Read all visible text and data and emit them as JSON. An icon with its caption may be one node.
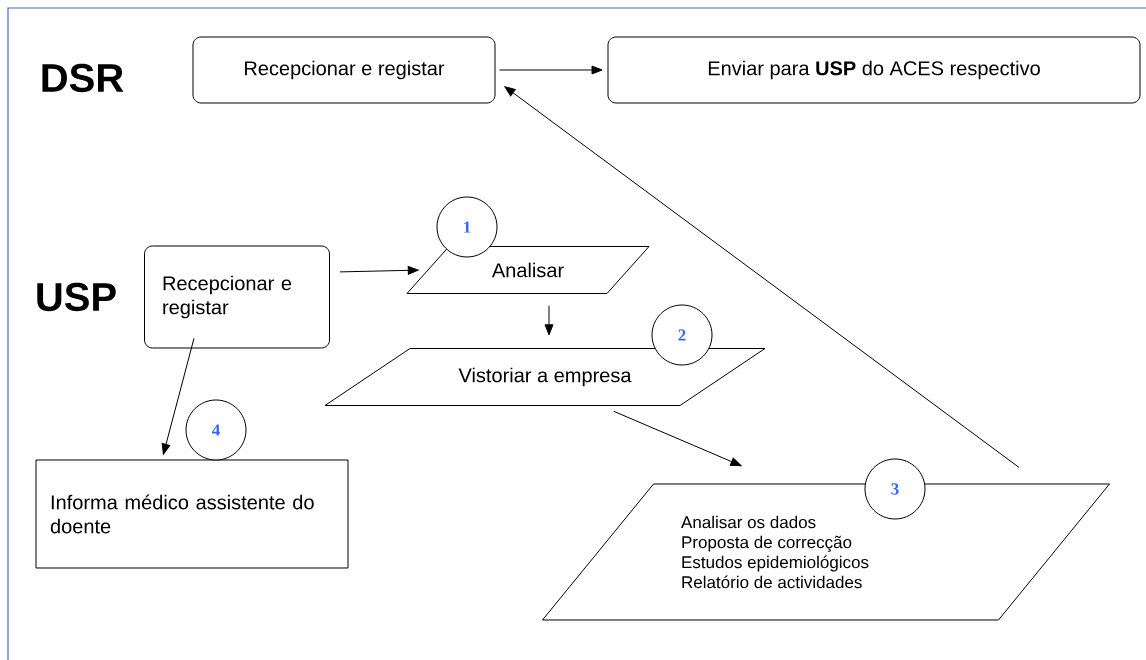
{
  "diagram": {
    "nodes": [
      {
        "text": [
          "Recepcionar e registar"
        ]
      },
      {
        "text": [
          "Enviar para **USP** do ACES respectivo"
        ]
      },
      {
        "text": [
          "Recepcionar e registar"
        ]
      },
      {
        "text": [
          "Analisar"
        ]
      },
      {
        "text": [
          "Vistoriar a empresa"
        ]
      },
      {
        "text": [
          "Informa médico assistente do doente"
        ]
      },
      {
        "text": [
          "Analisar os dados",
          "Proposta de correcção",
          "Estudos epidemiológicos",
          "Relatório de actividades"
        ]
      },
      {
        "text": [
          "1"
        ]
      },
      {
        "text": [
          "2"
        ]
      },
      {
        "text": [
          "3"
        ]
      },
      {
        "text": [
          "4"
        ]
      }
    ],
    "edges": [
      {
        "from": 0,
        "to": 1,
        "arrow": "to"
      },
      {
        "from": 2,
        "to": 3,
        "arrow": "to"
      },
      {
        "from": 3,
        "to": 4,
        "arrow": "to"
      },
      {
        "from": 4,
        "to": 6,
        "arrow": "to"
      },
      {
        "from": 6,
        "to": 0,
        "arrow": "to"
      },
      {
        "from": 2,
        "to": 5,
        "arrow": "to"
      }
    ],
    "labels": [
      "DSR",
      "USP"
    ]
  }
}
